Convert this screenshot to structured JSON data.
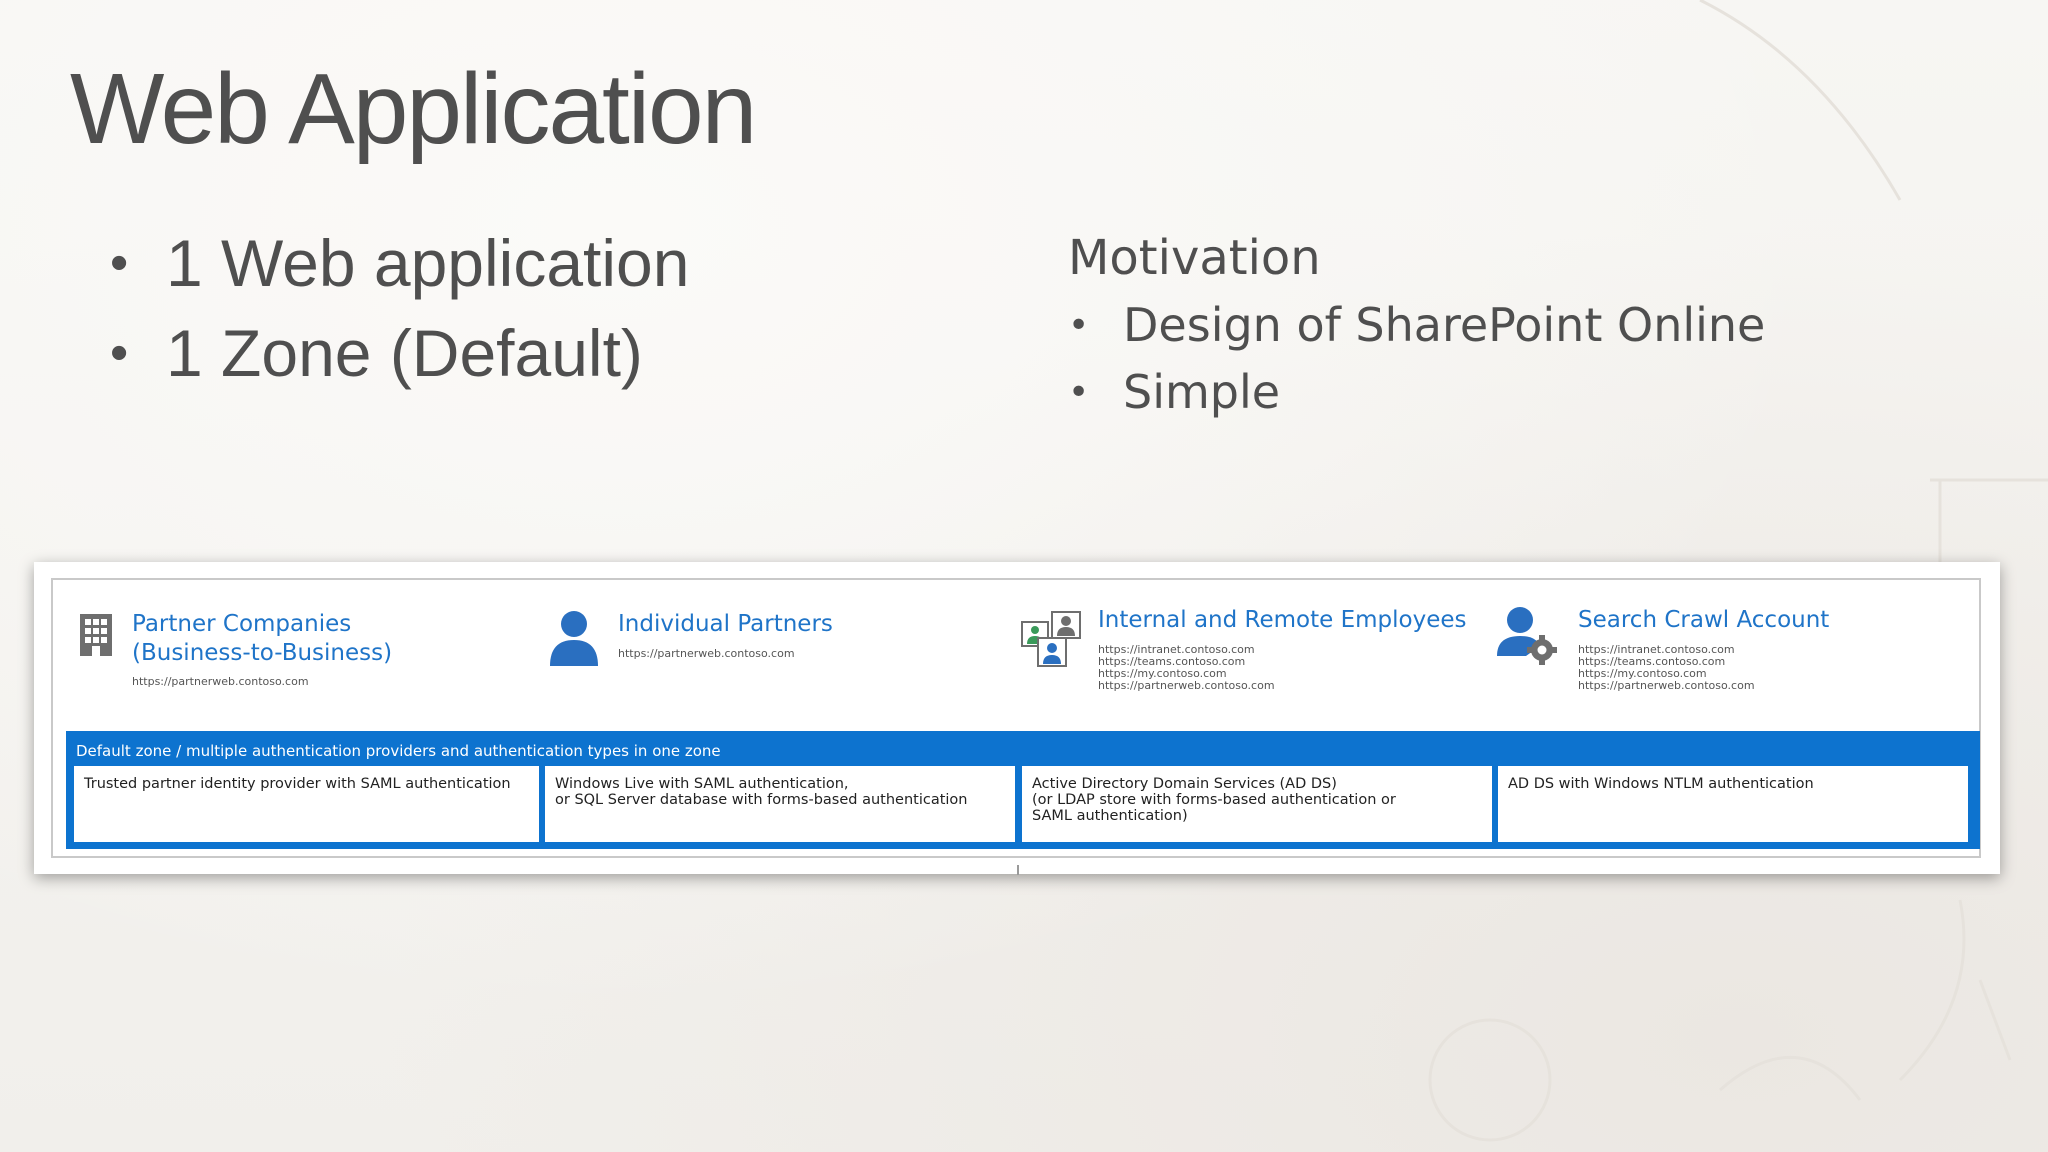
{
  "slide": {
    "title": "Web Application",
    "left_bullets": [
      "1 Web application",
      "1 Zone (Default)"
    ],
    "motivation_heading": "Motivation",
    "motivation_bullets": [
      "Design of SharePoint Online",
      "Simple"
    ],
    "bullet_glyph": "•"
  },
  "diagram": {
    "columns": [
      {
        "title_lines": [
          "Partner Companies",
          "(Business-to-Business)"
        ],
        "urls": [
          "https://partnerweb.contoso.com"
        ],
        "icon": "building-icon"
      },
      {
        "title_lines": [
          "Individual Partners"
        ],
        "urls": [
          "https://partnerweb.contoso.com"
        ],
        "icon": "person-icon"
      },
      {
        "title_lines": [
          "Internal and Remote Employees"
        ],
        "urls": [
          "https://intranet.contoso.com",
          "https://teams.contoso.com",
          "https://my.contoso.com",
          "https://partnerweb.contoso.com"
        ],
        "icon": "people-group-icon"
      },
      {
        "title_lines": [
          "Search Crawl Account"
        ],
        "urls": [
          "https://intranet.contoso.com",
          "https://teams.contoso.com",
          "https://my.contoso.com",
          "https://partnerweb.contoso.com"
        ],
        "icon": "person-gear-icon"
      }
    ],
    "zone_label": "Default zone / multiple authentication providers and authentication types in one zone",
    "zone_cells": [
      [
        "Trusted partner identity provider with SAML authentication"
      ],
      [
        "Windows Live with SAML authentication,",
        "or SQL Server database with forms-based authentication"
      ],
      [
        "Active Directory Domain Services (AD DS)",
        "(or LDAP store with forms-based authentication or",
        "SAML authentication)"
      ],
      [
        "AD DS with Windows NTLM authentication"
      ]
    ],
    "colors": {
      "accent_blue": "#0d73cf",
      "title_blue": "#1f74c8",
      "icon_blue": "#2a6fc0",
      "icon_gray": "#6e6e6e"
    }
  }
}
